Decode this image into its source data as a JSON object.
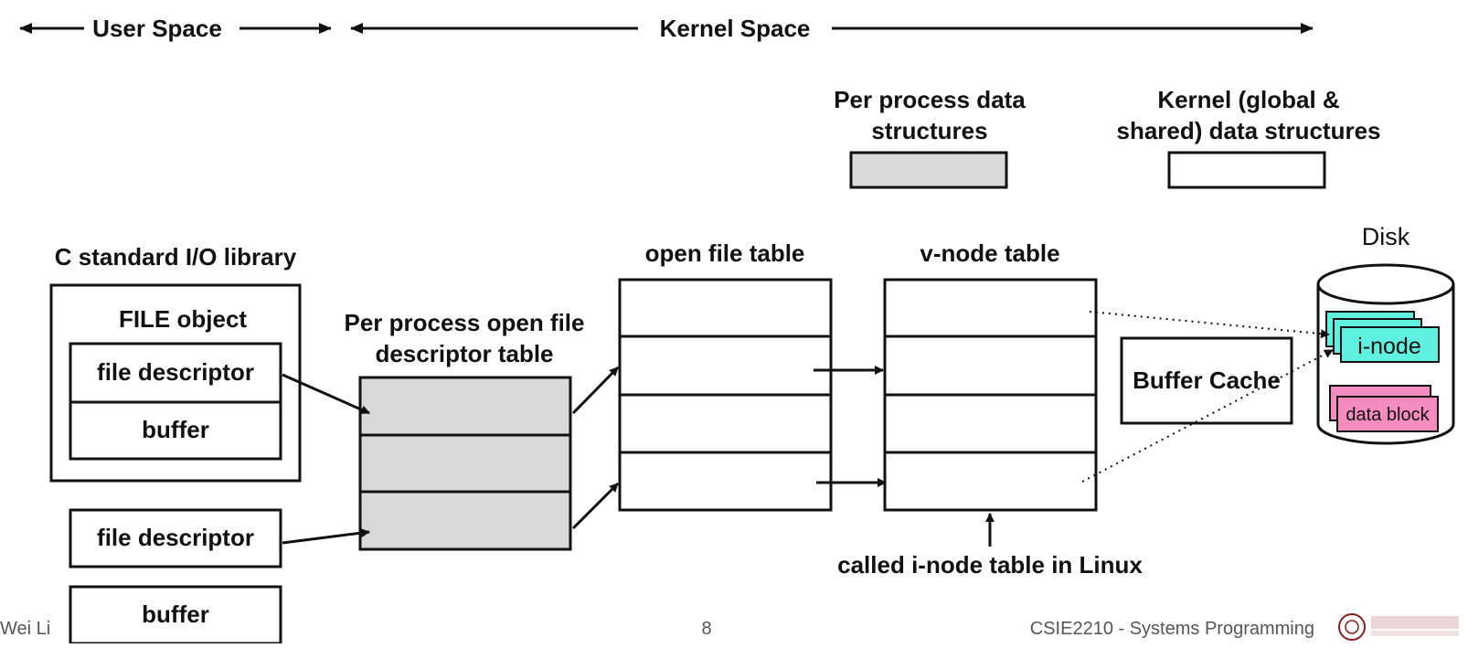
{
  "header": {
    "user_space": "User Space",
    "kernel_space": "Kernel Space"
  },
  "legend": {
    "per_process_line1": "Per process data",
    "per_process_line2": "structures",
    "kernel_line1": "Kernel (global &",
    "kernel_line2": "shared) data structures",
    "per_process_color": "#d9d9d9",
    "kernel_color": "#ffffff"
  },
  "library": {
    "title": "C standard I/O library",
    "file_object": "FILE object",
    "file_descriptor": "file descriptor",
    "buffer": "buffer",
    "file_descriptor_2": "file descriptor",
    "buffer_2": "buffer"
  },
  "fd_table": {
    "title_line1": "Per process open file",
    "title_line2": "descriptor table"
  },
  "open_file_table": {
    "title": "open file table"
  },
  "vnode_table": {
    "title": "v-node table",
    "note": "called i-node table in Linux"
  },
  "buffer_cache": "Buffer Cache",
  "disk": {
    "title": "Disk",
    "inode": "i-node",
    "data_block": "data block",
    "inode_color": "#5ff0e0",
    "data_block_color": "#f48cc0"
  },
  "footer": {
    "author": "Wei Li",
    "page": "8",
    "course": "CSIE2210 - Systems Programming"
  }
}
